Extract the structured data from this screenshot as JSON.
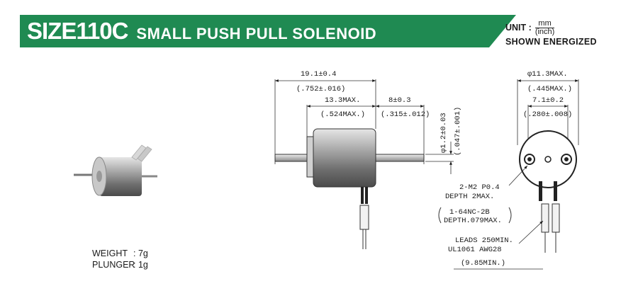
{
  "header": {
    "model": "SIZE110C",
    "product": "SMALL PUSH PULL SOLENOID",
    "banner_color": "#1f8a52"
  },
  "unit": {
    "label": "UNIT :",
    "numerator": "mm",
    "denominator": "(inch)",
    "note": "SHOWN ENERGIZED"
  },
  "specs": [
    {
      "label": "WEIGHT",
      "value": ": 7g"
    },
    {
      "label": "PLUNGER",
      "value": ": 1g"
    }
  ],
  "side_view": {
    "overall_length": "19.1±0.4",
    "overall_length_in": "(.752±.016)",
    "body_length": "13.3MAX.",
    "body_length_in": "(.524MAX.)",
    "stroke": "8±0.3",
    "stroke_in": "(.315±.012)",
    "shaft_dia": "φ1.2±0.03",
    "shaft_dia_in": "(.047±.001)"
  },
  "end_view": {
    "outer_dia": "φ11.3MAX.",
    "outer_dia_in": "(.445MAX.)",
    "hole_spacing": "7.1±0.2",
    "hole_spacing_in": "(.280±.008)"
  },
  "notes": {
    "thread": "2-M2 P0.4",
    "thread_depth": "DEPTH 2MAX.",
    "thread_alt": "1-64NC-2B",
    "thread_alt_depth": "DEPTH.079MAX.",
    "leads": "LEADS 250MIN.",
    "leads_spec": "UL1061 AWG28",
    "leads_in": "(9.85MIN.)"
  }
}
